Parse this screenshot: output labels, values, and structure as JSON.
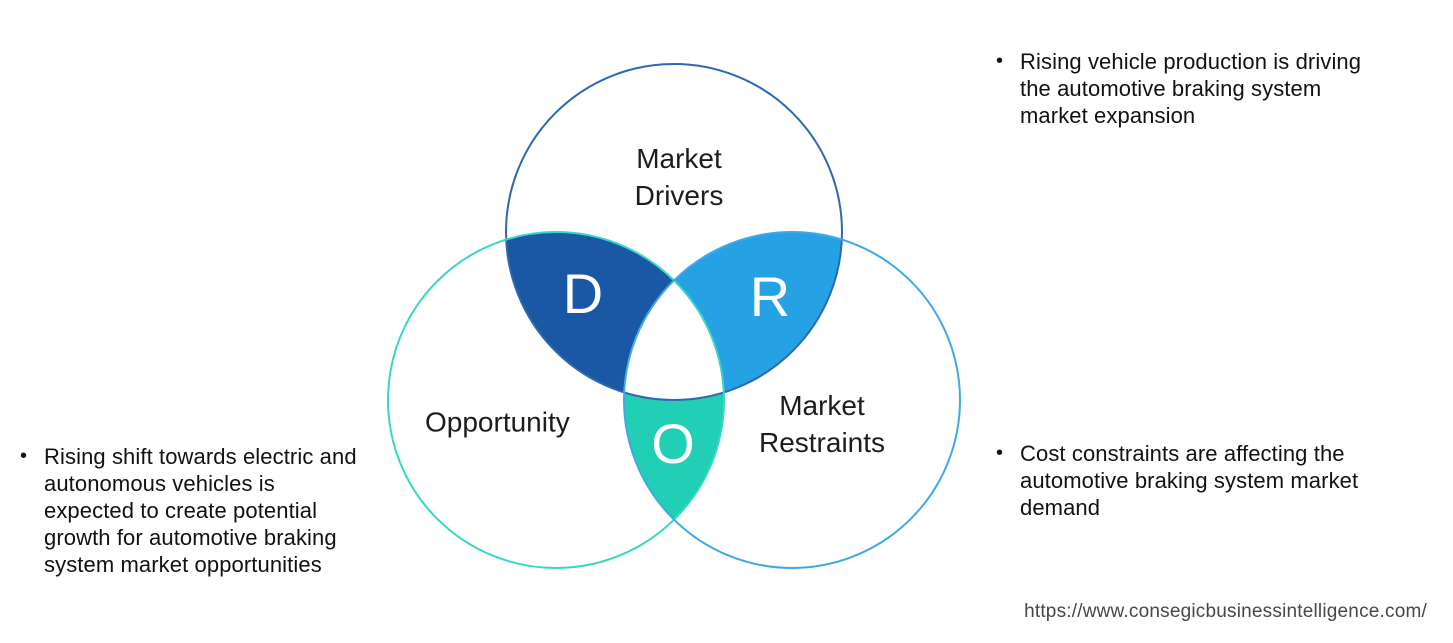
{
  "colors": {
    "background": "#ffffff",
    "drivers_circle_stroke": "#2d68b0",
    "opportunity_circle_stroke": "#38d6c4",
    "restraints_circle_stroke": "#3fa9e8",
    "d_region_fill": "#1a58a5",
    "r_region_fill": "#25a2e3",
    "o_region_fill": "#20cfb4",
    "center_region_fill": "#ffffff",
    "region_letter_color": "#ffffff",
    "label_color": "#1c1c1c",
    "bullet_text_color": "#111111",
    "url_color": "#474747"
  },
  "venn": {
    "circles": [
      {
        "id": "market-drivers",
        "label": "Market\nDrivers"
      },
      {
        "id": "opportunity",
        "label": "Opportunity"
      },
      {
        "id": "market-restraints",
        "label": "Market\nRestraints"
      }
    ],
    "regions": [
      {
        "id": "drivers-lens",
        "letter": "D"
      },
      {
        "id": "restraints-lens",
        "letter": "R"
      },
      {
        "id": "opportunity-lens",
        "letter": "O"
      }
    ]
  },
  "annotations": {
    "bullet_char": "•",
    "bullets": [
      {
        "id": "drivers-note",
        "text": "Rising vehicle production is driving\nthe automotive braking system\nmarket expansion"
      },
      {
        "id": "opportunity-note",
        "text": "Rising shift towards electric and\nautonomous vehicles is\nexpected to create potential\ngrowth for automotive braking\nsystem market opportunities"
      },
      {
        "id": "restraints-note",
        "text": "Cost constraints are affecting the\nautomotive braking system market\ndemand"
      }
    ]
  },
  "footer": {
    "url": "https://www.consegicbusinessintelligence.com/"
  }
}
